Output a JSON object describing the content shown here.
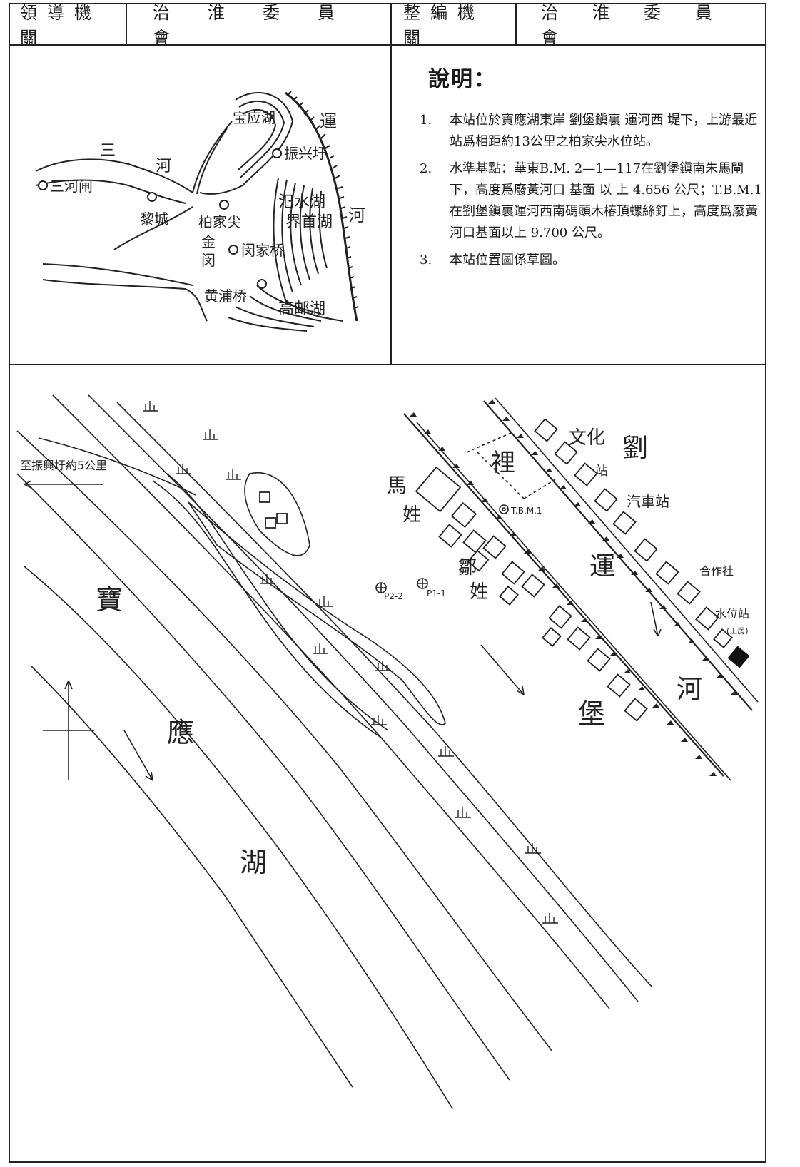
{
  "header": {
    "lead_label": "領導機關",
    "lead_value": "治淮委員會",
    "compile_label": "整編機關",
    "compile_value": "治淮委員會"
  },
  "description": {
    "title": "說明：",
    "notes": [
      {
        "num": "1.",
        "text": "本站位於寶應湖東岸 劉堡鎭裏 運河西 堤下，上游最近站爲相距約13公里之柏家尖水位站。"
      },
      {
        "num": "2.",
        "text": "水準基點：華東B.M. 2—1—117在劉堡鎭南朱馬閘下，高度爲廢黃河口 基面 以 上 4.656 公尺；T.B.M.1在劉堡鎭裏運河西南碼頭木椿頂螺絲釘上，高度爲廢黃河口基面以上 9.700 公尺。"
      },
      {
        "num": "3.",
        "text": "本站位置圖係草圖。"
      }
    ]
  },
  "location_map": {
    "labels": {
      "baoying_lake": "宝应湖",
      "yun_1": "運",
      "he_1": "河",
      "zhenxingyu": "振兴圩",
      "san": "三",
      "he_2": "河",
      "sanhezha": "三河闸",
      "licheng": "黎城",
      "baijiajian": "柏家尖",
      "jin": "金",
      "min": "闵",
      "minjiaqiao": "闵家桥",
      "fanshui_lake": "氾水湖",
      "jieshou_lake": "界首湖",
      "huangpuqiao": "黄浦桥",
      "gaoyou_lake": "高邮湖"
    }
  },
  "site_map": {
    "labels": {
      "to_zhenxing": "至振興圩約5公里",
      "bao": "寶",
      "ying": "應",
      "hu": "湖",
      "ma": "馬",
      "xing_ma": "姓",
      "zou": "鄒",
      "xing_zou": "姓",
      "li": "裡",
      "yun": "運",
      "he": "河",
      "bao_fort": "堡",
      "liu": "劉",
      "wenhua": "文化",
      "zhan": "站",
      "qichezhan": "汽車站",
      "hezuoshe": "合作社",
      "shuiweizhan": "水位站",
      "gongshe": "(工房)",
      "tbm": "T.B.M.1",
      "p22": "P2-2",
      "p11": "P1-1"
    }
  }
}
